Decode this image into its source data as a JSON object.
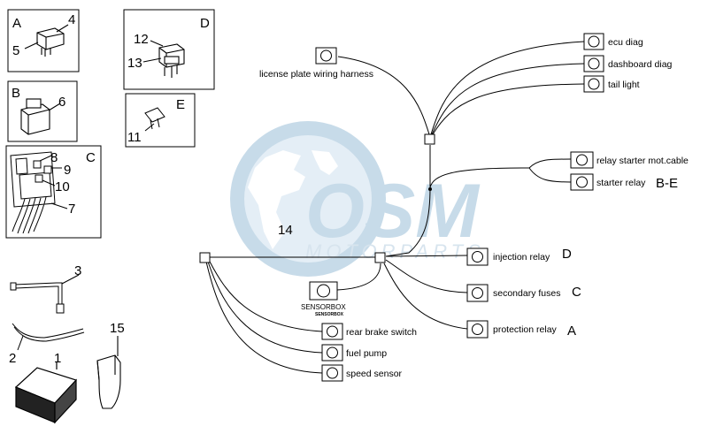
{
  "watermark": {
    "brand": "OSM",
    "subtitle": "MOTORPARTS",
    "colors": {
      "globe": "#c7dbe9",
      "globe_light": "#e4eef6",
      "land": "#ffffff",
      "text": "#d7e4ee"
    }
  },
  "parts": {
    "A": "A",
    "B": "B",
    "C": "C",
    "D": "D",
    "E": "E",
    "n1": "1",
    "n2": "2",
    "n3": "3",
    "n4": "4",
    "n5": "5",
    "n6": "6",
    "n7": "7",
    "n8": "8",
    "n9": "9",
    "n10": "10",
    "n11": "11",
    "n12": "12",
    "n13": "13",
    "n14": "14",
    "n15": "15"
  },
  "connectors": {
    "license_plate": "license plate wiring harness",
    "ecu_diag": "ecu diag",
    "dashboard_diag": "dashboard diag",
    "tail_light": "tail light",
    "relay_starter": "relay starter mot.cable",
    "starter_relay": "starter relay",
    "starter_relay_ref": "B-E",
    "injection_relay": "injection relay",
    "injection_relay_ref": "D",
    "secondary_fuses": "secondary fuses",
    "secondary_fuses_ref": "C",
    "protection_relay": "protection relay",
    "protection_relay_ref": "A",
    "sensorbox": "SENSORBOX",
    "sensorbox_sub": "SENSORBOX",
    "rear_brake": "rear brake switch",
    "fuel_pump": "fuel pump",
    "speed_sensor": "speed sensor"
  }
}
